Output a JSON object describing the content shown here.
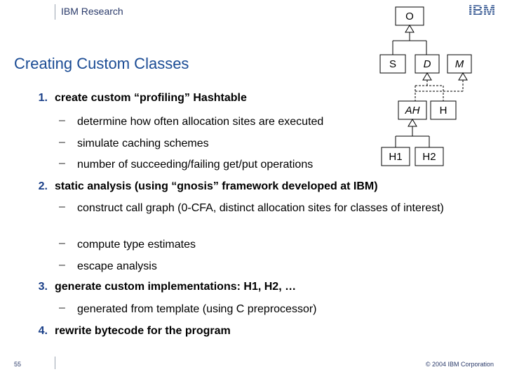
{
  "header": {
    "label": "IBM Research",
    "logo_text": "IBM"
  },
  "title": "Creating Custom Classes",
  "diagram": {
    "nodes": {
      "O": "O",
      "S": "S",
      "D": "D",
      "M": "M",
      "AH": "AH",
      "H": "H",
      "H1": "H1",
      "H2": "H2"
    }
  },
  "items": [
    {
      "num": "1.",
      "text": "create custom “profiling” Hashtable",
      "sub": [
        "determine how often allocation sites are executed",
        "simulate caching schemes",
        "number of succeeding/failing get/put operations"
      ]
    },
    {
      "num": "2.",
      "text": "static analysis (using “gnosis” framework developed at IBM)",
      "sub": [
        "construct call graph (0-CFA, distinct allocation sites for classes of interest)",
        "compute type estimates",
        "escape analysis"
      ]
    },
    {
      "num": "3.",
      "text": "generate custom implementations: H1, H2, …",
      "sub": [
        "generated from template (using C preprocessor)"
      ]
    },
    {
      "num": "4.",
      "text": "rewrite bytecode for the program",
      "sub": []
    }
  ],
  "dash": "–",
  "footer": {
    "page": "55",
    "copyright": "© 2004 IBM Corporation"
  },
  "colors": {
    "title": "#1a4b94",
    "number": "#1a3f88",
    "header": "#2a3a6a"
  }
}
